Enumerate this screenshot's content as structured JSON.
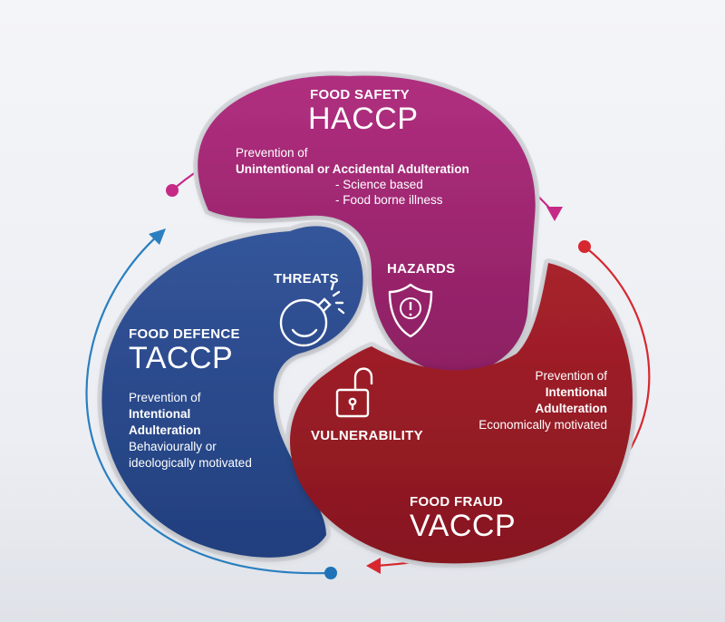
{
  "colors": {
    "safety": "#a0256e",
    "defence": "#2b4b8f",
    "fraud": "#9e1c26",
    "arrow_pink": "#c42a86",
    "arrow_red": "#d7282f",
    "arrow_blue": "#2b7fc0",
    "dot_blue": "#1f72b8"
  },
  "icons": {
    "hazards": "shield-alert-icon",
    "threats": "bomb-icon",
    "vulnerability": "unlocked-padlock-icon"
  },
  "food_safety": {
    "title": "FOOD SAFETY",
    "acronym": "HACCP",
    "line1": "Prevention of",
    "line2": "Unintentional or Accidental Adulteration",
    "bullet1": "- Science based",
    "bullet2": "- Food borne illness"
  },
  "food_defence": {
    "title": "FOOD DEFENCE",
    "acronym": "TACCP",
    "line1": "Prevention of",
    "line2": "Intentional",
    "line3": "Adulteration",
    "line4": "Behaviourally or",
    "line5": "ideologically motivated"
  },
  "food_fraud": {
    "title": "FOOD FRAUD",
    "acronym": "VACCP",
    "line1": "Prevention of",
    "line2": "Intentional",
    "line3": "Adulteration",
    "line4": "Economically motivated"
  },
  "labels": {
    "hazards": "HAZARDS",
    "threats": "THREATS",
    "vulnerability": "VULNERABILITY"
  }
}
